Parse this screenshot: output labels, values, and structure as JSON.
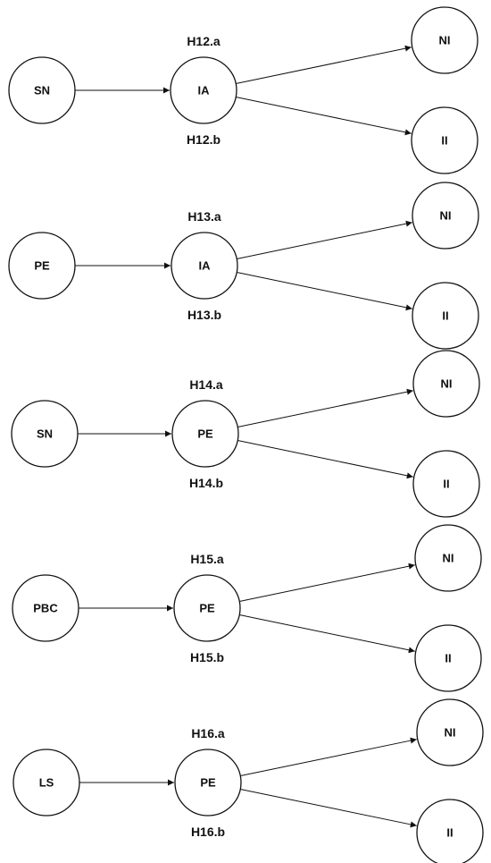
{
  "diagrams": [
    {
      "hypothesis_top": "H12.a",
      "hypothesis_bottom": "H12.b",
      "source": "SN",
      "mediator": "IA",
      "outcome_top": "NI",
      "outcome_bottom": "II"
    },
    {
      "hypothesis_top": "H13.a",
      "hypothesis_bottom": "H13.b",
      "source": "PE",
      "mediator": "IA",
      "outcome_top": "NI",
      "outcome_bottom": "II"
    },
    {
      "hypothesis_top": "H14.a",
      "hypothesis_bottom": "H14.b",
      "source": "SN",
      "mediator": "PE",
      "outcome_top": "NI",
      "outcome_bottom": "II"
    },
    {
      "hypothesis_top": "H15.a",
      "hypothesis_bottom": "H15.b",
      "source": "PBC",
      "mediator": "PE",
      "outcome_top": "NI",
      "outcome_bottom": "II"
    },
    {
      "hypothesis_top": "H16.a",
      "hypothesis_bottom": "H16.b",
      "source": "LS",
      "mediator": "PE",
      "outcome_top": "NI",
      "outcome_bottom": "II"
    }
  ]
}
